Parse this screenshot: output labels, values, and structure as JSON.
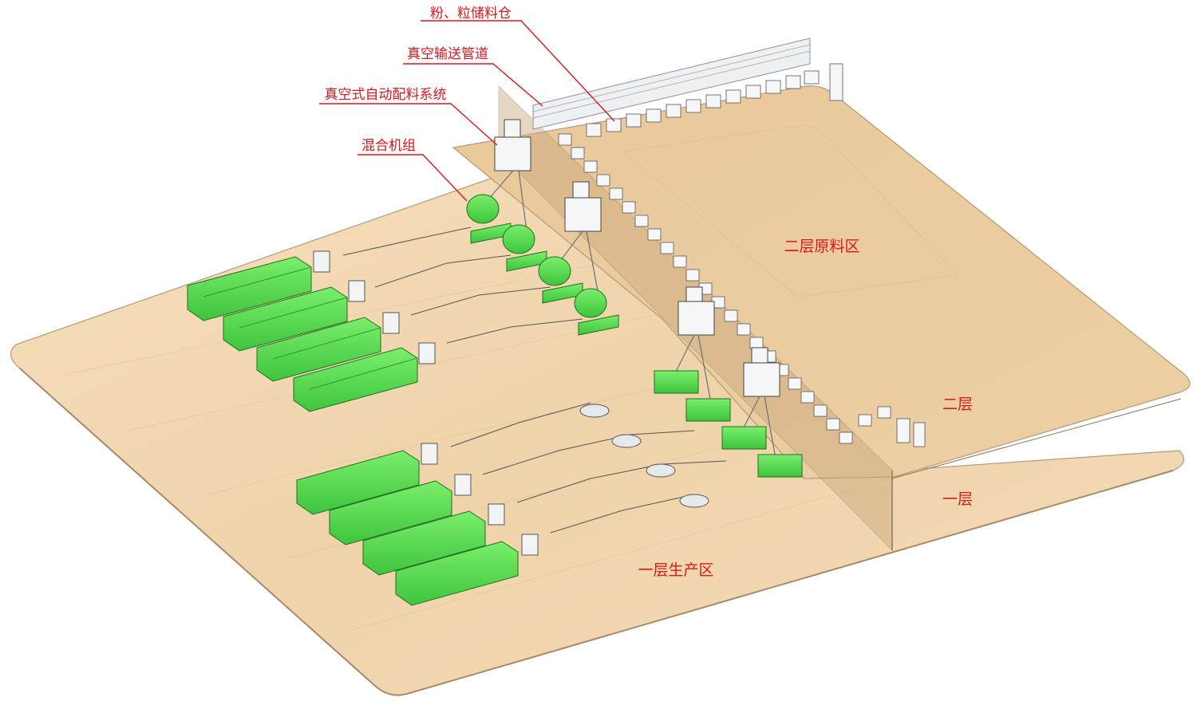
{
  "callouts": {
    "storage_bins": "粉、粒储料仓",
    "vacuum_pipe": "真空输送管道",
    "auto_batching": "真空式自动配料系统",
    "mixer_unit": "混合机组"
  },
  "zones": {
    "second_floor_material": "二层原料区",
    "second_floor": "二层",
    "first_floor": "一层",
    "first_floor_production": "一层生产区"
  },
  "colors": {
    "floor_wood": "#f1d7b0",
    "floor_edge": "#b59a78",
    "wall_glass": "#d4b58c",
    "machine_green": "#5ee05a",
    "machine_dark": "#2f9a2d",
    "hopper_white": "#f4f6f8",
    "label_red": "#e0161b"
  }
}
